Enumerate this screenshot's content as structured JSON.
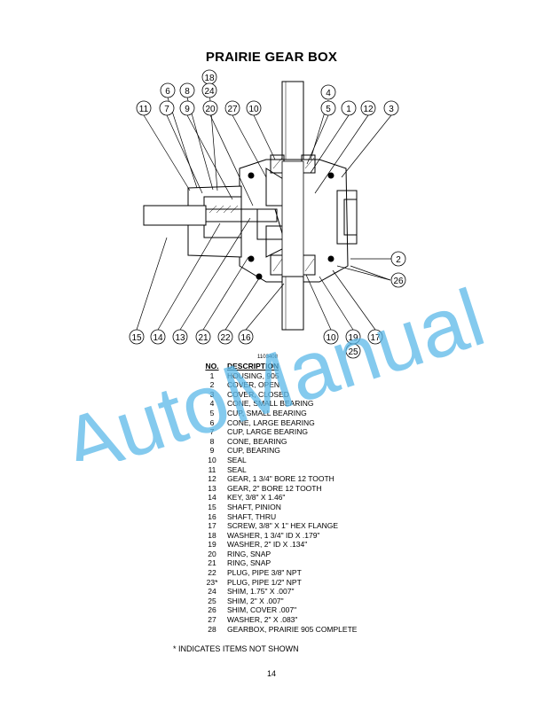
{
  "title": "PRAIRIE GEAR BOX",
  "drawing_number": "1103408",
  "header": {
    "no": "NO.",
    "description": "DESCRIPTION"
  },
  "parts": [
    {
      "no": "1",
      "desc": "HOUSING, 905"
    },
    {
      "no": "2",
      "desc": "COVER, OPEN"
    },
    {
      "no": "3",
      "desc": "COVER, CLOSED"
    },
    {
      "no": "4",
      "desc": "CONE, SMALL BEARING"
    },
    {
      "no": "5",
      "desc": "CUP, SMALL BEARING"
    },
    {
      "no": "6",
      "desc": "CONE, LARGE BEARING"
    },
    {
      "no": "7",
      "desc": "CUP, LARGE BEARING"
    },
    {
      "no": "8",
      "desc": "CONE, BEARING"
    },
    {
      "no": "9",
      "desc": "CUP, BEARING"
    },
    {
      "no": "10",
      "desc": "SEAL"
    },
    {
      "no": "11",
      "desc": "SEAL"
    },
    {
      "no": "12",
      "desc": "GEAR, 1 3/4\" BORE 12 TOOTH"
    },
    {
      "no": "13",
      "desc": "GEAR, 2\" BORE 12 TOOTH"
    },
    {
      "no": "14",
      "desc": "KEY, 3/8\" X 1.46\""
    },
    {
      "no": "15",
      "desc": "SHAFT, PINION"
    },
    {
      "no": "16",
      "desc": "SHAFT, THRU"
    },
    {
      "no": "17",
      "desc": "SCREW, 3/8\" X 1\" HEX FLANGE"
    },
    {
      "no": "18",
      "desc": "WASHER, 1 3/4\" ID X .179\""
    },
    {
      "no": "19",
      "desc": "WASHER, 2\" ID X .134\""
    },
    {
      "no": "20",
      "desc": "RING, SNAP"
    },
    {
      "no": "21",
      "desc": "RING, SNAP"
    },
    {
      "no": "22",
      "desc": "PLUG, PIPE 3/8\" NPT"
    },
    {
      "no": "23*",
      "desc": "PLUG, PIPE 1/2\" NPT"
    },
    {
      "no": "24",
      "desc": "SHIM, 1.75\" X .007\""
    },
    {
      "no": "25",
      "desc": "SHIM, 2\" X .007\""
    },
    {
      "no": "26",
      "desc": "SHIM, COVER .007\""
    },
    {
      "no": "27",
      "desc": "WASHER, 2\" X .083\""
    },
    {
      "no": "28",
      "desc": "GEARBOX, PRAIRIE 905 COMPLETE"
    }
  ],
  "callouts": [
    "18",
    "6",
    "8",
    "24",
    "4",
    "11",
    "7",
    "9",
    "20",
    "27",
    "10",
    "5",
    "1",
    "12",
    "3",
    "2",
    "26",
    "15",
    "14",
    "13",
    "21",
    "22",
    "16",
    "10",
    "19",
    "25",
    "17"
  ],
  "footnote": "*  INDICATES ITEMS NOT SHOWN",
  "page_number": "14",
  "watermark": "AutoManual",
  "colors": {
    "watermark": "#5bb8e8",
    "ink": "#000000"
  }
}
